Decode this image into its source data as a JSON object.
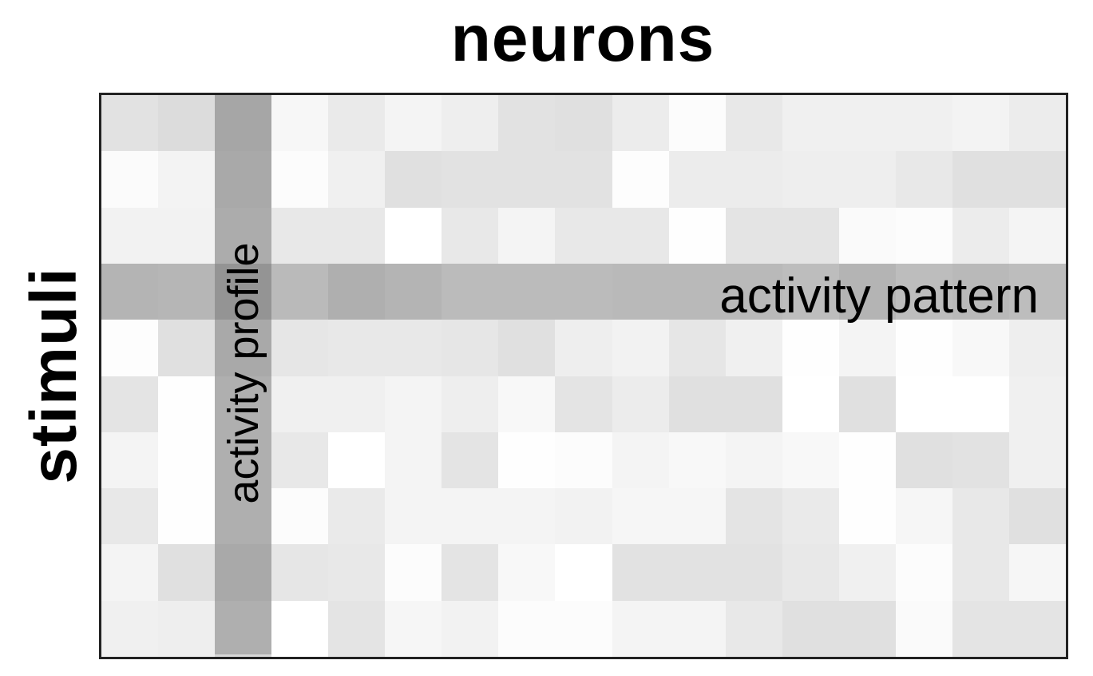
{
  "title": "neurons",
  "ylabel": "stimuli",
  "highlight": {
    "column_index": 2,
    "row_index": 3,
    "column_label": "activity profile",
    "row_label": "activity pattern"
  },
  "grid": {
    "rows": 10,
    "cols": 17,
    "intensity": [
      [
        226,
        220,
        200,
        247,
        234,
        244,
        238,
        226,
        224,
        236,
        252,
        232,
        240,
        240,
        240,
        243,
        236
      ],
      [
        251,
        243,
        205,
        252,
        240,
        224,
        226,
        226,
        226,
        253,
        236,
        236,
        238,
        238,
        232,
        224,
        224
      ],
      [
        242,
        242,
        210,
        232,
        232,
        255,
        232,
        244,
        232,
        232,
        254,
        228,
        228,
        250,
        252,
        236,
        244
      ],
      [
        224,
        228,
        205,
        234,
        216,
        224,
        236,
        236,
        236,
        232,
        232,
        232,
        240,
        224,
        240,
        232,
        240
      ],
      [
        253,
        224,
        205,
        230,
        232,
        232,
        230,
        224,
        238,
        242,
        230,
        240,
        254,
        244,
        254,
        248,
        238
      ],
      [
        228,
        254,
        215,
        240,
        240,
        244,
        238,
        248,
        228,
        236,
        224,
        224,
        255,
        224,
        255,
        255,
        240
      ],
      [
        244,
        254,
        215,
        232,
        255,
        244,
        228,
        254,
        252,
        244,
        248,
        244,
        248,
        254,
        224,
        226,
        240
      ],
      [
        232,
        254,
        215,
        252,
        234,
        244,
        244,
        244,
        242,
        246,
        246,
        228,
        234,
        254,
        246,
        232,
        224
      ],
      [
        244,
        224,
        205,
        230,
        232,
        252,
        228,
        248,
        255,
        226,
        226,
        226,
        232,
        240,
        252,
        232,
        246
      ],
      [
        240,
        238,
        215,
        255,
        228,
        246,
        242,
        252,
        252,
        244,
        244,
        232,
        224,
        224,
        250,
        228,
        228
      ]
    ]
  }
}
